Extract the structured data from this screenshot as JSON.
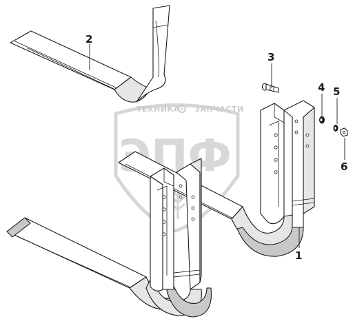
{
  "callouts": [
    {
      "id": "1",
      "text": "1"
    },
    {
      "id": "2",
      "text": "2"
    },
    {
      "id": "3",
      "text": "3"
    },
    {
      "id": "4",
      "text": "4"
    },
    {
      "id": "5",
      "text": "5"
    },
    {
      "id": "6",
      "text": "6"
    }
  ],
  "watermark": {
    "text_left": "ТЕХНИКА",
    "text_right": "ЗАПЧАСТИ",
    "letters": "ЭПФ"
  }
}
